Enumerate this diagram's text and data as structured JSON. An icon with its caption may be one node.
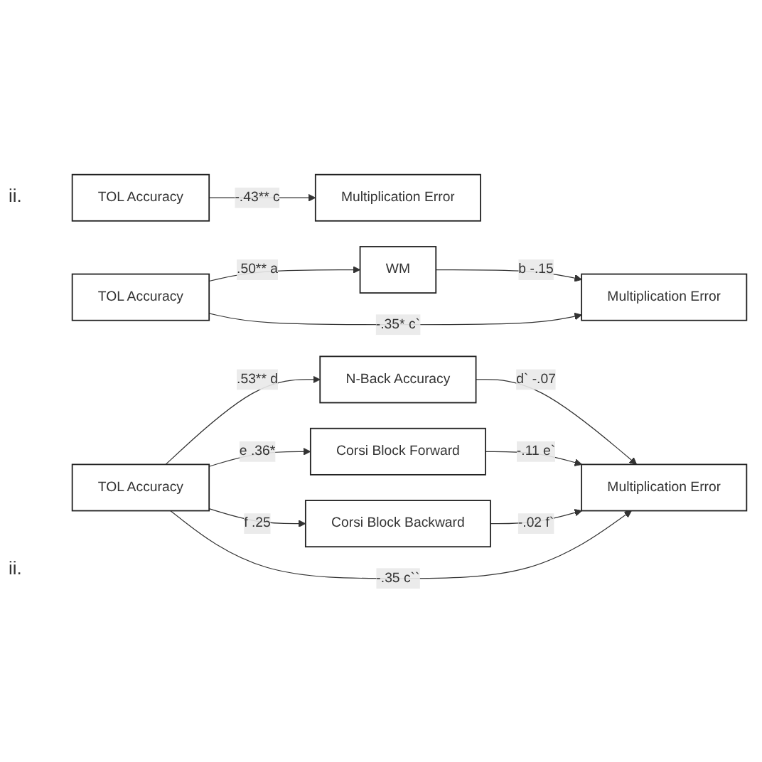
{
  "diagram": {
    "nodes": [
      {
        "text": [
          "TOL Accuracy"
        ]
      },
      {
        "text": [
          "Multiplication Error"
        ]
      },
      {
        "text": [
          "WM"
        ]
      },
      {
        "text": [
          "TOL Accuracy"
        ]
      },
      {
        "text": [
          "Multiplication Error"
        ]
      },
      {
        "text": [
          "N-Back Accuracy"
        ]
      },
      {
        "text": [
          "Corsi Block Forward"
        ]
      },
      {
        "text": [
          "Corsi Block Backward"
        ]
      },
      {
        "text": [
          "TOL Accuracy"
        ]
      },
      {
        "text": [
          "Multiplication Error"
        ]
      }
    ],
    "edges": [
      {
        "from": 0,
        "to": 1,
        "arrow": "to",
        "label": "-.43** c"
      },
      {
        "from": 3,
        "to": 2,
        "arrow": "to",
        "label": ".50** a"
      },
      {
        "from": 2,
        "to": 4,
        "arrow": "to",
        "label": "b -.15"
      },
      {
        "from": 3,
        "to": 4,
        "arrow": "to",
        "label": "-.35* c`"
      },
      {
        "from": 8,
        "to": 5,
        "arrow": "to",
        "label": ".53** d"
      },
      {
        "from": 8,
        "to": 6,
        "arrow": "to",
        "label": "e .36*"
      },
      {
        "from": 8,
        "to": 7,
        "arrow": "to",
        "label": "f .25"
      },
      {
        "from": 5,
        "to": 9,
        "arrow": "to",
        "label": "d` -.07"
      },
      {
        "from": 6,
        "to": 9,
        "arrow": "to",
        "label": "-.11 e`"
      },
      {
        "from": 7,
        "to": 9,
        "arrow": "to",
        "label": "-.02 f`"
      },
      {
        "from": 8,
        "to": 9,
        "arrow": "to",
        "label": "-.35 c``"
      }
    ],
    "labels": [
      "ii.",
      "ii."
    ]
  }
}
